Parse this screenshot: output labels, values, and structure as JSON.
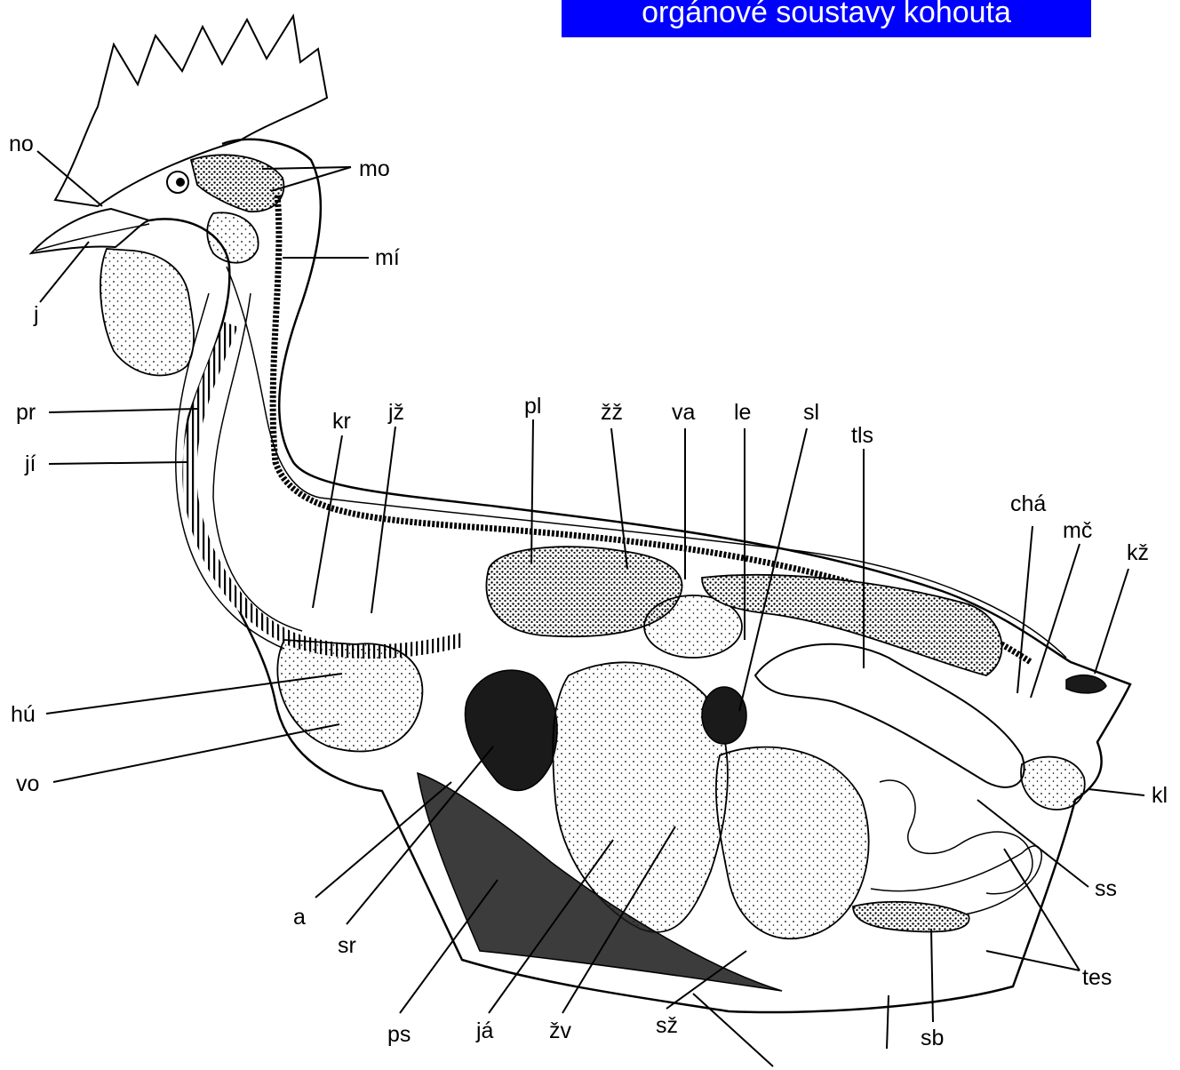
{
  "title": "orgánové soustavy kohouta",
  "labels": {
    "no": "no",
    "mo": "mo",
    "mi": "mí",
    "j": "j",
    "pr": "pr",
    "ji": "jí",
    "kr": "kr",
    "jz": "jž",
    "pl": "pl",
    "zz": "žž",
    "va": "va",
    "le": "le",
    "sl": "sl",
    "tls": "tls",
    "cha": "chá",
    "mc": "mč",
    "kz": "kž",
    "kl": "kl",
    "hu": "hú",
    "vo": "vo",
    "ss": "ss",
    "tes": "tes",
    "a": "a",
    "sr": "sr",
    "ps": "ps",
    "ja": "já",
    "zv": "žv",
    "sz": "sž",
    "sb": "sb"
  }
}
